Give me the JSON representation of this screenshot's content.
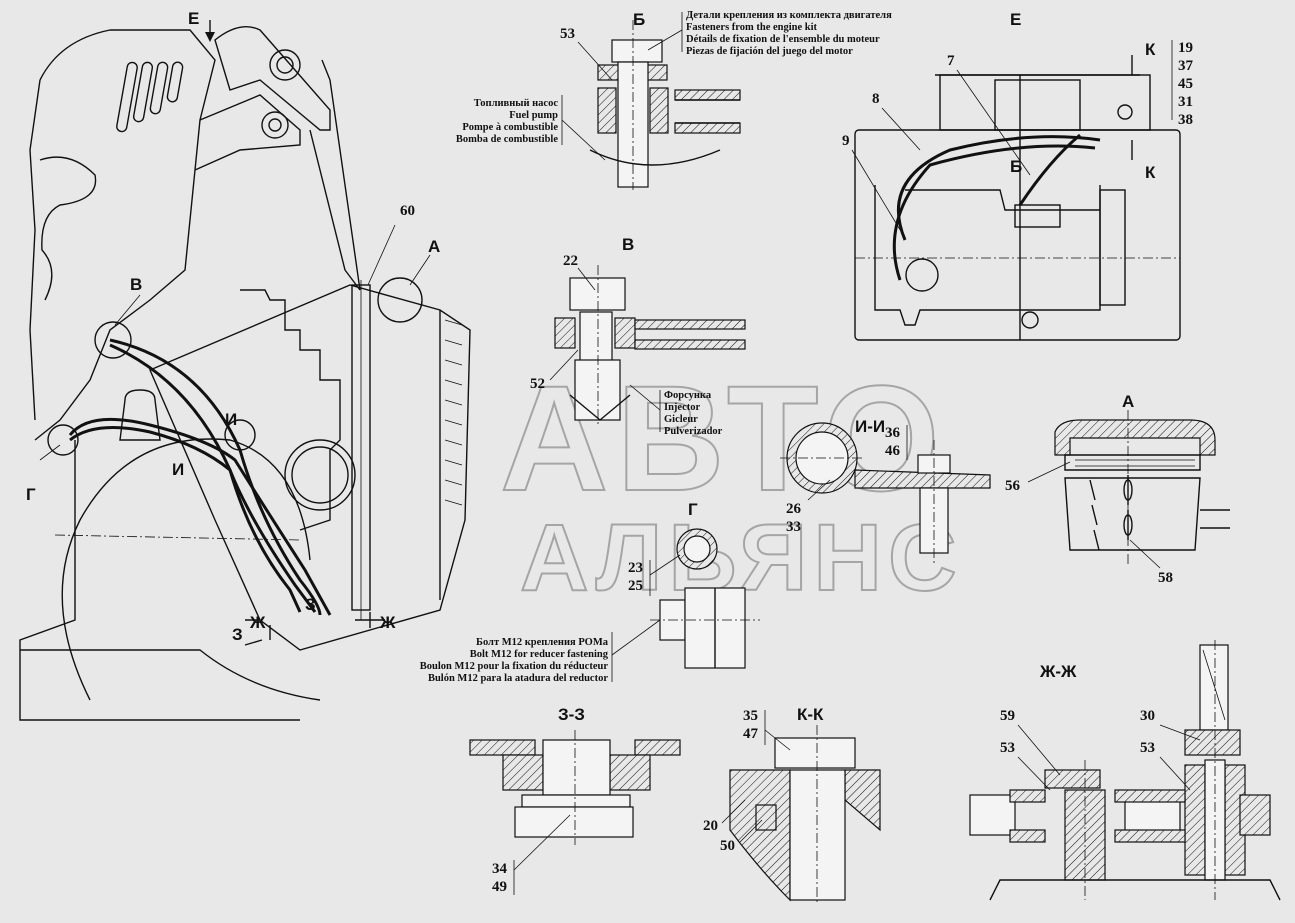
{
  "views": {
    "E_top": "E",
    "B_detail": "Б",
    "V_detail": "В",
    "E_right": "Е",
    "A_detail": "А",
    "I_I": "И-И",
    "G_detail": "Г",
    "Z_Z": "З-З",
    "K_K": "К-К",
    "Zh_Zh": "Ж-Ж"
  },
  "main_marks": {
    "A": "А",
    "B": "В",
    "G": "Г",
    "I1": "И",
    "I2": "И",
    "Z1": "З",
    "Z2": "З",
    "Zh1": "Ж",
    "Zh2": "Ж",
    "K1": "К",
    "K2": "К",
    "B_mark": "Б"
  },
  "numbers": {
    "n60": "60",
    "n53a": "53",
    "n22": "22",
    "n52": "52",
    "n7": "7",
    "n8": "8",
    "n9": "9",
    "n19": "19",
    "n37": "37",
    "n45": "45",
    "n31": "31",
    "n38": "38",
    "n36": "36",
    "n46": "46",
    "n26": "26",
    "n33": "33",
    "n56": "56",
    "n58": "58",
    "n23": "23",
    "n25": "25",
    "n35": "35",
    "n47": "47",
    "n20": "20",
    "n50": "50",
    "n34": "34",
    "n49": "49",
    "n59": "59",
    "n53b": "53",
    "n30": "30",
    "n53c": "53"
  },
  "notes": {
    "fasteners": [
      "Детали крепления из комплекта двигателя",
      "Fasteners from the engine kit",
      "Détails de fixation de l'ensemble du moteur",
      "Piezas de fijación del juego del motor"
    ],
    "fuel_pump": [
      "Топливный насос",
      "Fuel pump",
      "Pompe à combustible",
      "Bomba de combustible"
    ],
    "injector": [
      "Форсунка",
      "Injector",
      "Gicleur",
      "Pulverizador"
    ],
    "bolt": [
      "Болт М12 крепления РОМа",
      "Bolt M12 for reducer fastening",
      "Boulon M12 pour la fixation du réducteur",
      "Bulón M12 para la atadura del reductor"
    ]
  },
  "watermark": {
    "line1": "АВТО",
    "line2": "АЛЬЯНС"
  }
}
